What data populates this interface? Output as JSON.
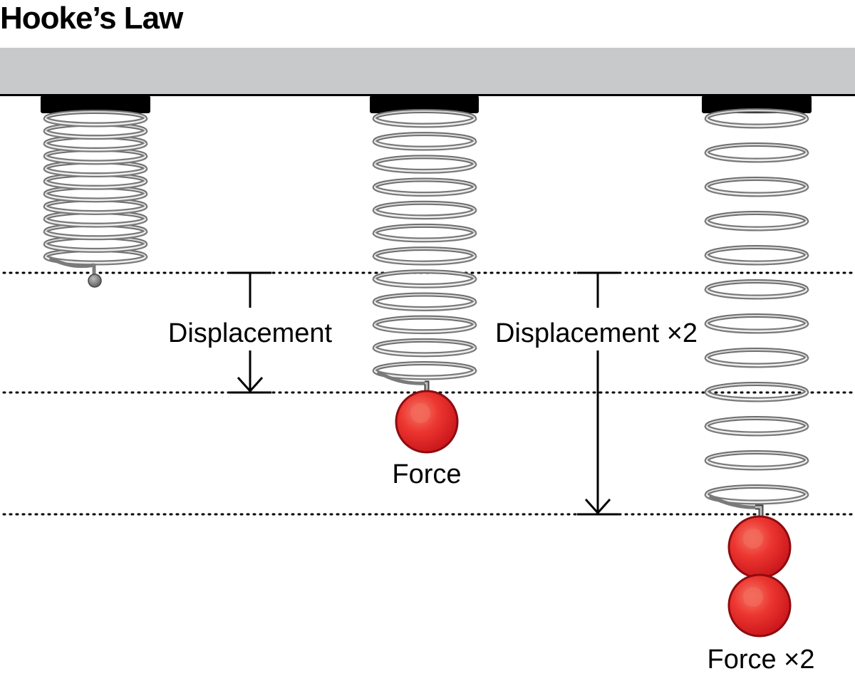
{
  "title": "Hooke’s Law",
  "labels": {
    "displacement": "Displacement",
    "displacement_x2": "Displacement ×2",
    "force": "Force",
    "force_x2": "Force ×2"
  },
  "colors": {
    "ceiling": "#c8c9cb",
    "mount": "#000000",
    "coil": "#8a8a8a",
    "coil_highlight": "#f2f2f2",
    "weight": "#e8262a",
    "weight_highlight": "#f26a5a",
    "guide_line": "#000000"
  },
  "icons": {
    "weight": "red-ball-weight-icon",
    "spring": "coil-spring-icon",
    "arrow": "arrow-down-icon"
  },
  "springs": [
    {
      "name": "spring-unloaded",
      "weights": 0
    },
    {
      "name": "spring-one-weight",
      "weights": 1
    },
    {
      "name": "spring-two-weights",
      "weights": 2
    }
  ]
}
